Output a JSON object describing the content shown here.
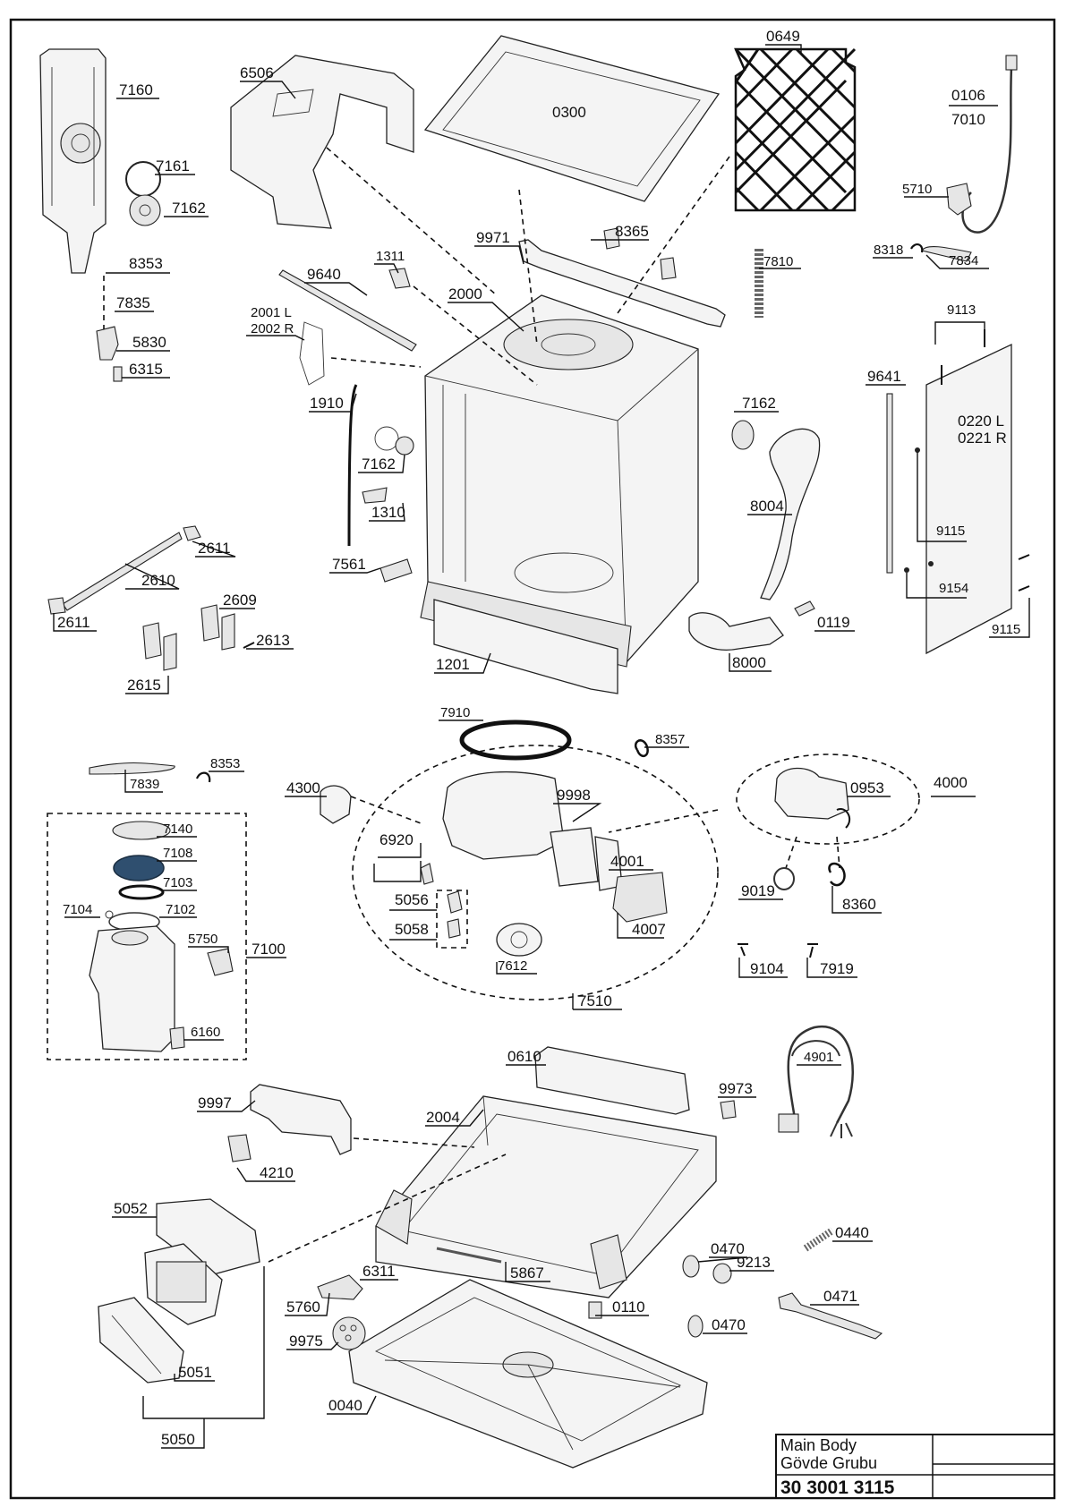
{
  "labels": {
    "p7160": "7160",
    "p7161": "7161",
    "p7162a": "7162",
    "p8353a": "8353",
    "p7835": "7835",
    "p5830": "5830",
    "p6315": "6315",
    "p6506": "6506",
    "p0300": "0300",
    "p0649": "0649",
    "p0106": "0106",
    "p7010": "7010",
    "p5710": "5710",
    "p8318": "8318",
    "p7834": "7834",
    "p9971": "9971",
    "p8365": "8365",
    "p7810": "7810",
    "p1311": "1311",
    "p9640": "9640",
    "p2000": "2000",
    "p2001": "2001 L",
    "p2002": "2002 R",
    "p1910": "1910",
    "p7162b": "7162",
    "p1310": "1310",
    "p7561": "7561",
    "p2611a": "2611",
    "p2610": "2610",
    "p2611b": "2611",
    "p2609": "2609",
    "p2613": "2613",
    "p2615": "2615",
    "p1201": "1201",
    "p7162c": "7162",
    "p8004": "8004",
    "p0119": "0119",
    "p8000": "8000",
    "p9113": "9113",
    "p9641": "9641",
    "p0220": "0220 L",
    "p0221": "0221 R",
    "p9115a": "9115",
    "p9154": "9154",
    "p9115b": "9115",
    "p7910": "7910",
    "p8357": "8357",
    "p7839": "7839",
    "p8353b": "8353",
    "p4300": "4300",
    "p9998": "9998",
    "p0953": "0953",
    "p4000": "4000",
    "p6920": "6920",
    "p4001": "4001",
    "p5056": "5056",
    "p5058": "5058",
    "p4007": "4007",
    "p7612": "7612",
    "p7510": "7510",
    "p9019": "9019",
    "p8360": "8360",
    "p9104": "9104",
    "p7919": "7919",
    "p7140": "7140",
    "p7108": "7108",
    "p7103": "7103",
    "p7104": "7104",
    "p7102": "7102",
    "p5750": "5750",
    "p7100": "7100",
    "p6160": "6160",
    "p0610": "0610",
    "p4901": "4901",
    "p9997": "9997",
    "p9973": "9973",
    "p2004": "2004",
    "p4210": "4210",
    "p5052": "5052",
    "p0440": "0440",
    "p0470a": "0470",
    "p9213": "9213",
    "p6311": "6311",
    "p5867": "5867",
    "p0471": "0471",
    "p5760": "5760",
    "p0110": "0110",
    "p0470b": "0470",
    "p9975": "9975",
    "p5051": "5051",
    "p0040": "0040",
    "p5050": "5050"
  },
  "title_block": {
    "line1": "Main Body",
    "line2": "Gövde Grubu",
    "code": "30 3001 3115"
  }
}
